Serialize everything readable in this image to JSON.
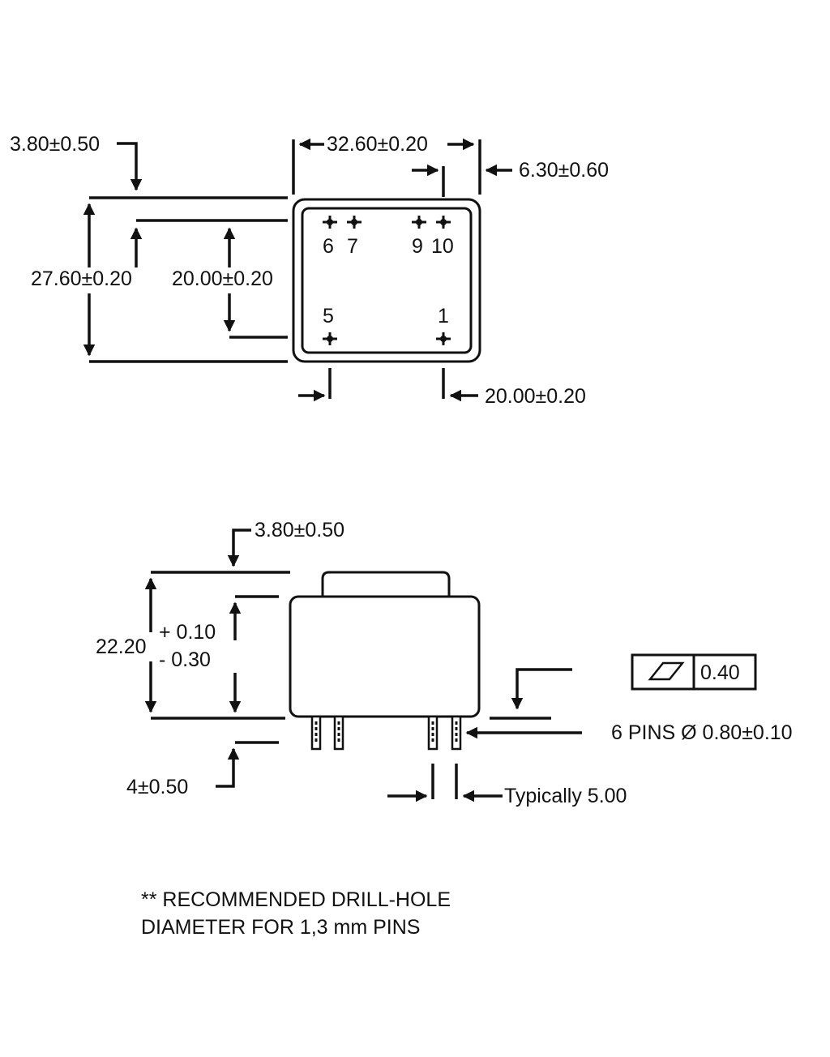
{
  "top_view": {
    "dim_left_offset": "3.80±0.50",
    "dim_width": "32.60±0.20",
    "dim_right_offset": "6.30±0.60",
    "dim_outer_height": "27.60±0.20",
    "dim_inner_height": "20.00±0.20",
    "dim_pin_spacing": "20.00±0.20",
    "pins": {
      "p6": "6",
      "p7": "7",
      "p9": "9",
      "p10": "10",
      "p5": "5",
      "p1": "1"
    }
  },
  "side_view": {
    "dim_top_offset": "3.80±0.50",
    "dim_height": "22.20",
    "tol_plus": "+ 0.10",
    "tol_minus": "- 0.30",
    "dim_pin_length": "4±0.50",
    "flatness_value": "0.40",
    "flatness_symbol": "flatness-parallelogram-icon",
    "pins_spec": "6 PINS Ø 0.80±0.10",
    "pin_pitch": "Typically 5.00"
  },
  "note": {
    "line1": "** RECOMMENDED DRILL-HOLE",
    "line2": "DIAMETER FOR 1,3 mm PINS"
  }
}
